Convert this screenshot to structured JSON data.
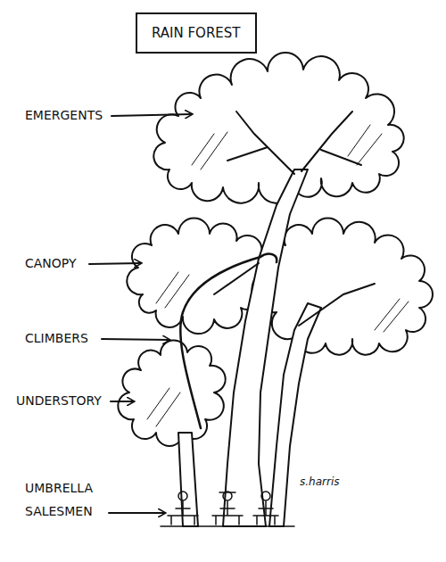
{
  "diagram": {
    "title": "RAIN FOREST",
    "labels": [
      "EMERGENTS",
      "CANOPY",
      "CLIMBERS",
      "UNDERSTORY",
      "UMBRELLA SALESMEN",
      "s.harris"
    ]
  }
}
